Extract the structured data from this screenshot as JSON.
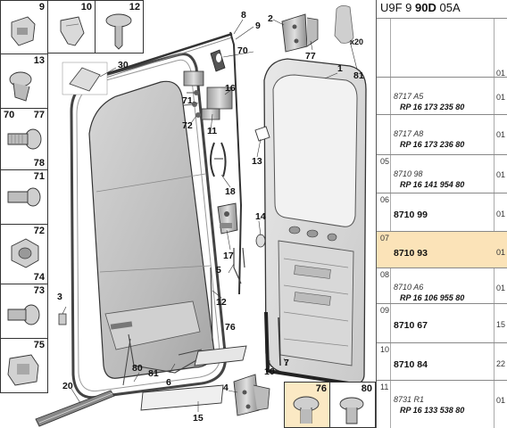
{
  "diagram": {
    "fastener_labels": {
      "c9": "9",
      "c10": "10",
      "c12": "12",
      "c13": "13",
      "c70": "70",
      "c77": "77",
      "c78": "78",
      "c71": "71",
      "c72": "72",
      "c73": "73",
      "c74": "74",
      "c75": "75",
      "c76": "76",
      "c80": "80"
    },
    "callouts": {
      "n8": "8",
      "n9a": "9",
      "n70a": "70",
      "n2": "2",
      "n77": "77",
      "n81": "81",
      "n30": "30",
      "n1": "1",
      "n16": "16",
      "n71": "71",
      "n72": "72",
      "n11": "11",
      "n13": "13",
      "n18": "18",
      "n14": "14",
      "n17": "17",
      "n5": "5",
      "n12": "12",
      "n3": "3",
      "n76": "76",
      "n7": "7",
      "n10": "10",
      "n80": "80",
      "n81b": "81",
      "n6": "6",
      "n20": "20",
      "n15": "15",
      "n4": "4",
      "x20": "x20"
    }
  },
  "table": {
    "header_prefix": "U9F 9",
    "header_bold": "90D",
    "header_suffix": "05A",
    "rows": [
      {
        "num": "",
        "code": "",
        "ref": "",
        "qty": ""
      },
      {
        "num": "",
        "code": "8717 A5",
        "ref": "RP 16 173 235 80",
        "qty": "01"
      },
      {
        "num": "",
        "code": "8717 A8",
        "ref": "RP 16 173 236 80",
        "qty": "01"
      },
      {
        "num": "05",
        "code": "8710 98",
        "ref": "RP 16 141 954 80",
        "qty": "01"
      },
      {
        "num": "06",
        "code": "8710 99",
        "ref": "",
        "qty": "01"
      },
      {
        "num": "07",
        "code": "8710 93",
        "ref": "",
        "qty": "01"
      },
      {
        "num": "08",
        "code": "8710 A6",
        "ref": "RP 16 106 955 80",
        "qty": "01"
      },
      {
        "num": "09",
        "code": "8710 67",
        "ref": "",
        "qty": "15"
      },
      {
        "num": "10",
        "code": "8710 84",
        "ref": "",
        "qty": "22"
      },
      {
        "num": "11",
        "code": "8731 R1",
        "ref": "RP 16 133 538 80",
        "qty": "01"
      }
    ],
    "qty_first": "01"
  }
}
